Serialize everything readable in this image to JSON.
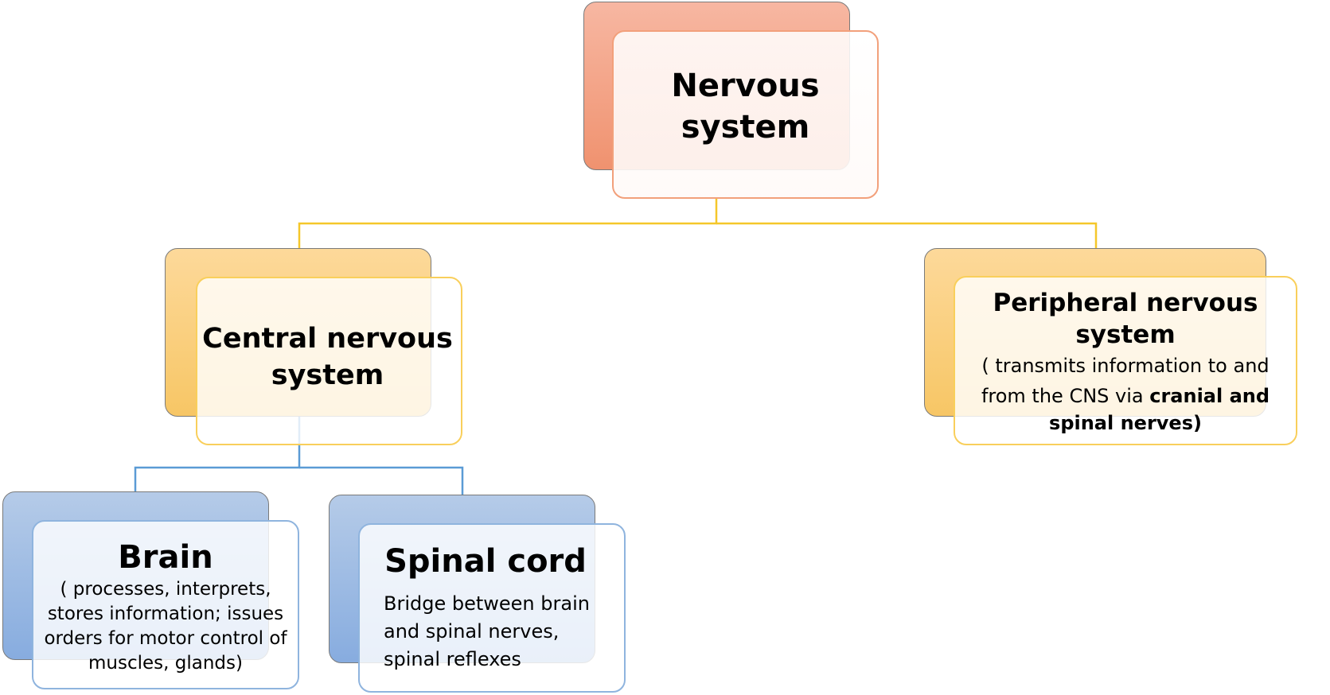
{
  "diagram": {
    "root": {
      "title": "Nervous system"
    },
    "cns": {
      "title": "Central nervous system"
    },
    "pns": {
      "title": "Peripheral nervous system",
      "desc_line1": "( transmits information to and",
      "desc_line2_plain": "from the CNS via ",
      "desc_line2_bold": "cranial and",
      "desc_line3": "spinal nerves)"
    },
    "brain": {
      "title": "Brain",
      "desc": "( processes, interprets, stores information; issues orders  for motor control of muscles, glands)"
    },
    "spinal": {
      "title": "Spinal cord",
      "desc": "Bridge between brain and spinal nerves, spinal reflexes"
    },
    "colors": {
      "root_accent": "#f0926f",
      "cns_accent": "#f7c665",
      "pns_accent": "#f7c665",
      "leaf_accent": "#87acdf",
      "connector_yellow": "#f5c72a",
      "connector_blue": "#5b9bd5"
    }
  }
}
